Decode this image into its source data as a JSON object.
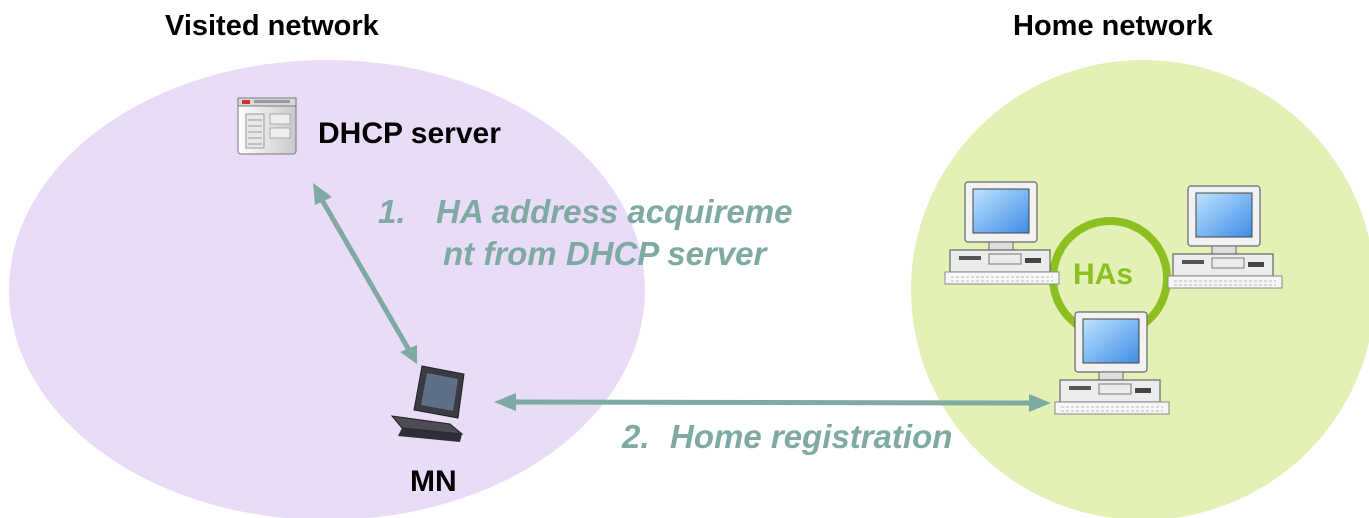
{
  "labels": {
    "visited_network": "Visited network",
    "home_network": "Home network",
    "dhcp_server": "DHCP server",
    "mn": "MN",
    "has": "HAs"
  },
  "steps": {
    "step1_num": "1.",
    "step1_line1": "HA address acquireme",
    "step1_line2": "nt from DHCP server",
    "step2_num": "2.",
    "step2_text": "Home registration"
  },
  "colors": {
    "visited_fill": "#e9dcf7",
    "home_fill": "#e3f0b6",
    "arrow": "#7fa9a3",
    "ha_ring": "#8cbf1f",
    "step_text": "#7fa9a3"
  },
  "icons": {
    "dhcp": "server-icon",
    "mn": "laptop-icon",
    "ha": "desktop-computer-icon"
  }
}
